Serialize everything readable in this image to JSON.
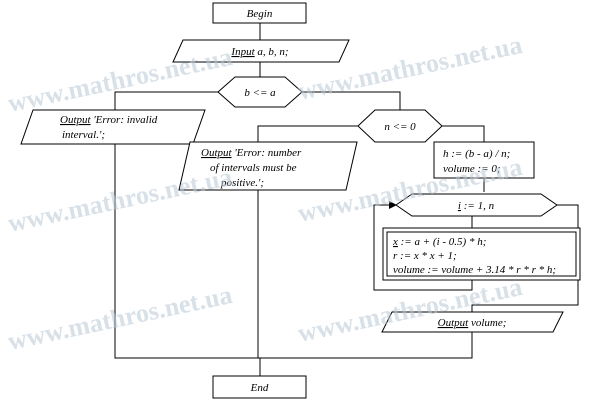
{
  "nodes": {
    "begin": "Begin",
    "input": {
      "keyword": "Input",
      "rest": " a, b, n;"
    },
    "cond_b_le_a": "b <= a",
    "cond_n_le_0": "n <= 0",
    "out_invalid": {
      "keyword": "Output",
      "line1": " 'Error: invalid",
      "line2": "interval.';"
    },
    "out_positive": {
      "keyword": "Output",
      "line1": " 'Error: number",
      "line2": "of intervals must be",
      "line3": "positive.';"
    },
    "init": {
      "line1": "h := (b - a) / n;",
      "line2": "volume := 0;"
    },
    "loop": {
      "var": "i",
      "rest": " := 1, n"
    },
    "body": {
      "line1_var": "x",
      "line1_rest": " := a + (i - 0.5) * h;",
      "line2": "r := x * x + 1;",
      "line3": "volume := volume + 3.14 * r * r * h;"
    },
    "out_volume": {
      "keyword": "Output",
      "rest": " volume;"
    },
    "end": "End"
  },
  "watermark": "www.mathros.net.ua",
  "colors": {
    "stroke": "#000000",
    "fill": "#ffffff",
    "watermark": "#b9c7d6"
  }
}
